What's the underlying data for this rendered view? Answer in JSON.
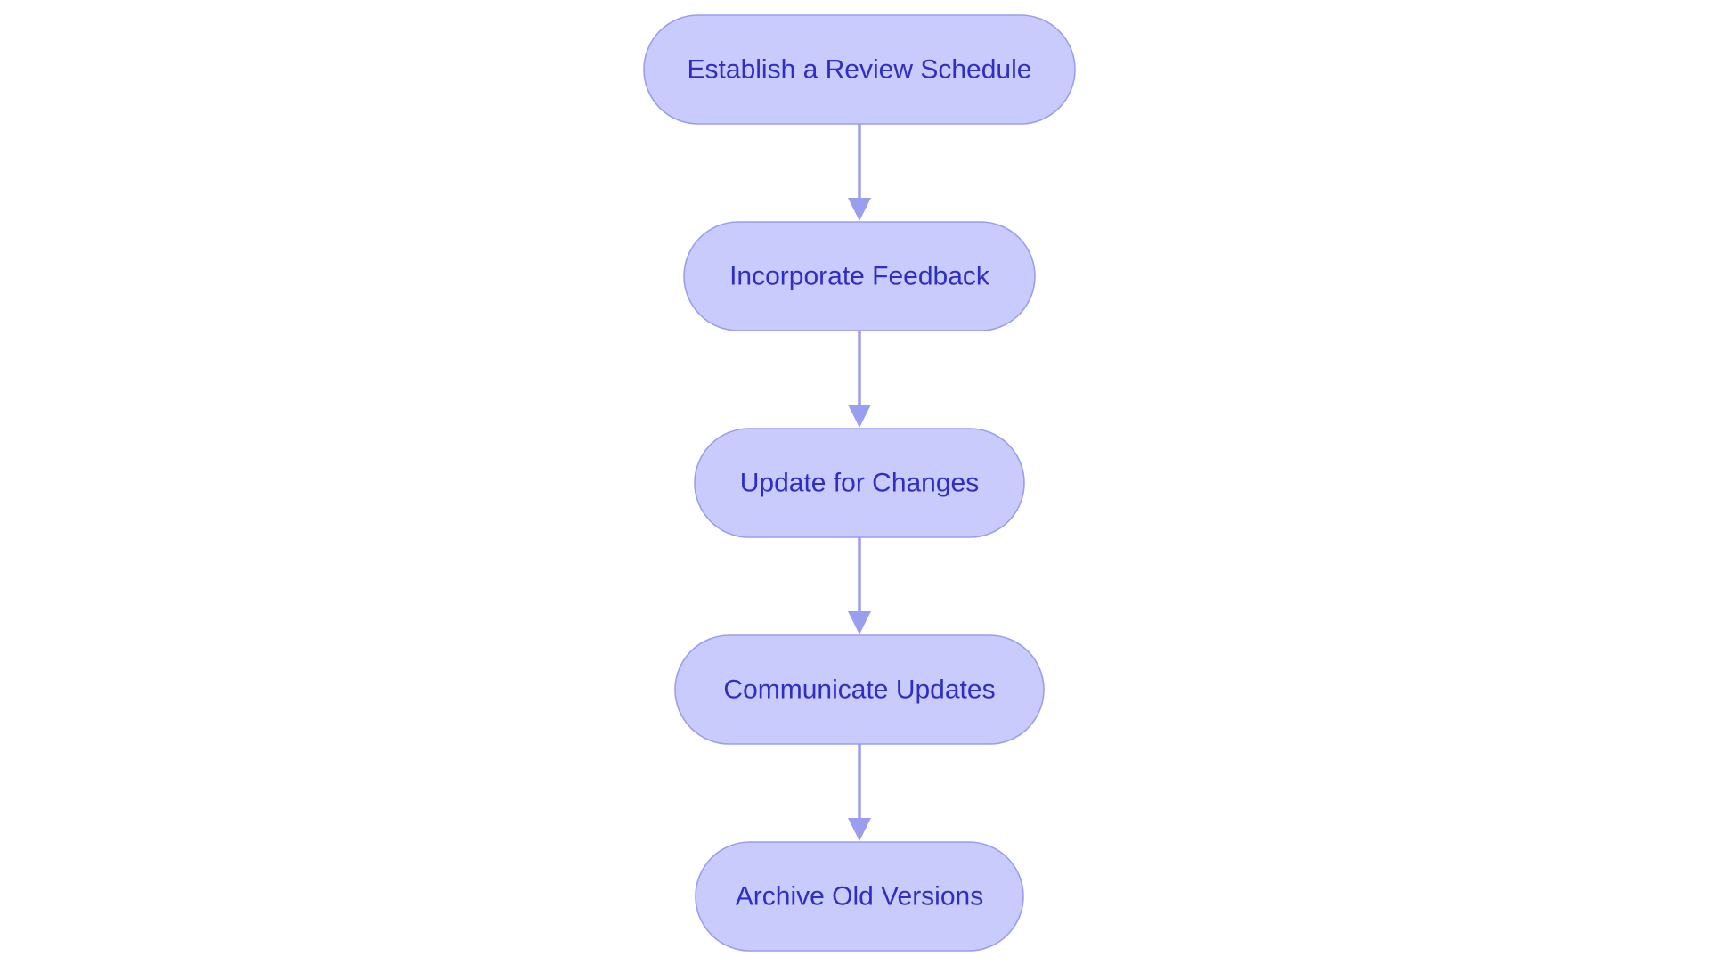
{
  "diagram": {
    "type": "flowchart",
    "direction": "top-to-bottom",
    "colors": {
      "node_fill": "#c9cbfd",
      "node_stroke": "#9a9eee",
      "node_text": "#2e2ec4",
      "edge": "#9a9eee",
      "background": "#ffffff"
    },
    "nodes": [
      {
        "id": "n1",
        "label": "Establish a Review Schedule"
      },
      {
        "id": "n2",
        "label": "Incorporate Feedback"
      },
      {
        "id": "n3",
        "label": "Update for Changes"
      },
      {
        "id": "n4",
        "label": "Communicate Updates"
      },
      {
        "id": "n5",
        "label": "Archive Old Versions"
      }
    ],
    "edges": [
      {
        "from": "n1",
        "to": "n2"
      },
      {
        "from": "n2",
        "to": "n3"
      },
      {
        "from": "n3",
        "to": "n4"
      },
      {
        "from": "n4",
        "to": "n5"
      }
    ]
  }
}
